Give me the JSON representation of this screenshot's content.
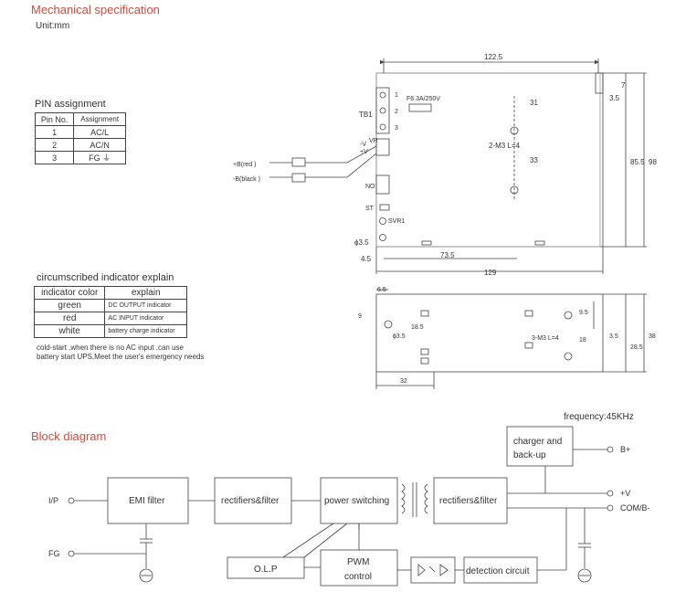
{
  "mech": {
    "title": "Mechanical specification",
    "unit": "Unit:mm"
  },
  "pin": {
    "title": "PIN assignment",
    "headers": [
      "Pin No.",
      "Assignment"
    ],
    "rows": [
      [
        "1",
        "AC/L"
      ],
      [
        "2",
        "AC/N"
      ],
      [
        "3",
        "FG ⏚"
      ]
    ]
  },
  "indicator": {
    "title": "circumscribed indicator explain",
    "headers": [
      "indicator color",
      "explain"
    ],
    "rows": [
      [
        "green",
        "DC OUTPUT indicator"
      ],
      [
        "red",
        "AC INPUT  indicator"
      ],
      [
        "white",
        "battery charge  indicator"
      ]
    ],
    "note1": "cold-start ,when there is no AC input ,can use",
    "note2": "battery start UPS,Meet the user's emergency needs"
  },
  "top_view": {
    "dim_122_5": "122.5",
    "dim_129": "129",
    "dim_73_5": "73.5",
    "dim_4_5": "4.5",
    "dim_31": "31",
    "dim_33": "33",
    "dim_85_5": "85.5",
    "dim_98": "98",
    "dim_3_5": "3.5",
    "dim_7": "7",
    "dim_phi": "ϕ3.5",
    "hole_label": "2-M3 L=4",
    "tb1": "TB1",
    "fuse": "F6.3A/250V",
    "pin1": "1",
    "pin2": "2",
    "pin3": "3",
    "minus_v": "-V",
    "plus_v": "+V",
    "vr": "VR",
    "b_red": "+B(red )",
    "b_black": "-B(black )",
    "no": "NO",
    "st": "ST",
    "svr1": "SVR1"
  },
  "side_view": {
    "dim_6_5": "6.5",
    "dim_9": "9",
    "dim_18_5": "18.5",
    "dim_phi": "ϕ3.5",
    "dim_9_5": "9.5",
    "dim_18": "18",
    "dim_3_5": "3.5",
    "dim_28_5": "28.5",
    "dim_38": "38",
    "dim_32": "32",
    "hole_label": "3-M3 L=4"
  },
  "block": {
    "title": "Block diagram",
    "frequency": "frequency:45KHz",
    "ip": "I/P",
    "fg": "FG",
    "emi": "EMI filter",
    "rect1": "rectifiers&filter",
    "ps": "power switching",
    "rect2": "rectifiers&filter",
    "charger1": "charger and",
    "charger2": "back-up",
    "olp": "O.L.P",
    "pwm1": "PWM",
    "pwm2": "control",
    "detect": "detection circuit",
    "bplus": "B+",
    "vplus": "+V",
    "com": "COM/B-"
  }
}
